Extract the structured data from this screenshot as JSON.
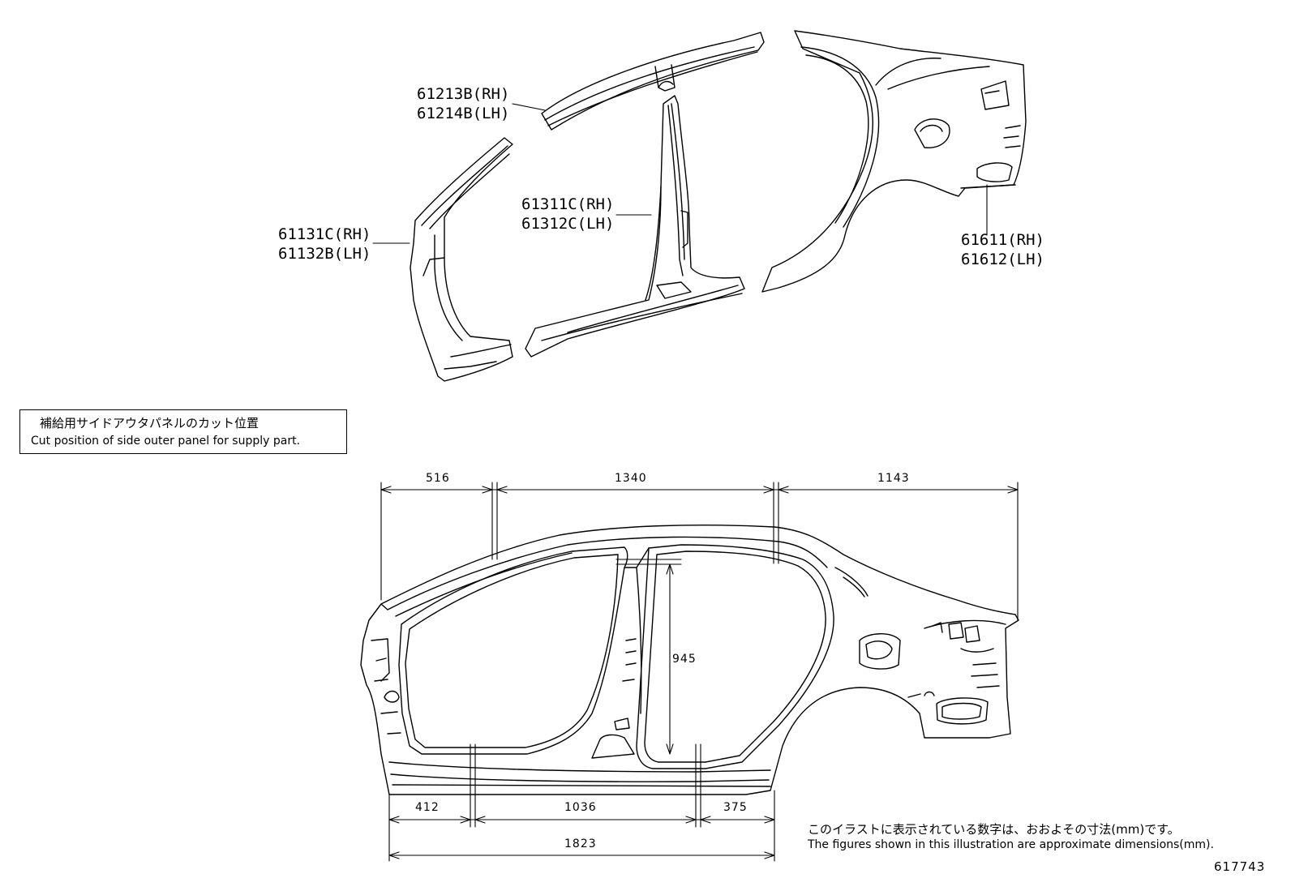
{
  "parts": [
    {
      "rh": "61213B(RH)",
      "lh": "61214B(LH)"
    },
    {
      "rh": "61131C(RH)",
      "lh": "61132B(LH)"
    },
    {
      "rh": "61311C(RH)",
      "lh": "61312C(LH)"
    },
    {
      "rh": "61611(RH)",
      "lh": "61612(LH)"
    }
  ],
  "note": {
    "jp": "補給用サイドアウタパネルのカット位置",
    "en": "Cut position of side outer panel for supply part."
  },
  "dimensions": {
    "top": [
      "516",
      "1340",
      "1143"
    ],
    "vertical": "945",
    "bottom": [
      "412",
      "1036",
      "375"
    ],
    "overall": "1823"
  },
  "footnote": {
    "jp": "このイラストに表示されている数字は、おおよその寸法(mm)です。",
    "en": "The figures shown in this illustration are approximate dimensions(mm)."
  },
  "reference": "617743"
}
